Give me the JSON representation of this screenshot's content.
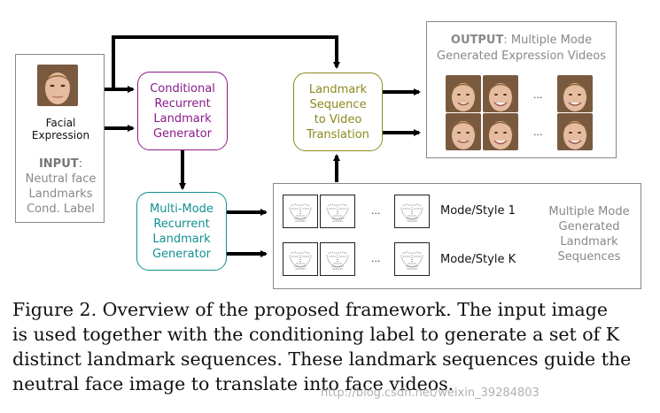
{
  "input": {
    "face_label": [
      "Facial",
      "Expression"
    ],
    "title": "INPUT",
    "lines": [
      "Neutral face",
      "Landmarks",
      "Cond. Label"
    ]
  },
  "crlg": {
    "lines": [
      "Conditional",
      "Recurrent",
      "Landmark",
      "Generator"
    ],
    "color": "#8b1a8b"
  },
  "mmrlg": {
    "lines": [
      "Multi-Mode",
      "Recurrent",
      "Landmark",
      "Generator"
    ],
    "color": "#138f8f"
  },
  "translation": {
    "lines": [
      "Landmark",
      "Sequence",
      "to Video",
      "Translation"
    ],
    "color": "#8a8a1e"
  },
  "output": {
    "title": "OUTPUT",
    "lines": [
      ": Multiple Mode",
      "Generated Expression Videos"
    ],
    "ellipsis": "..."
  },
  "sequences": {
    "mode1": "Mode/Style 1",
    "modeK": "Mode/Style K",
    "ellipsis": "...",
    "label": [
      "Multiple Mode",
      "Generated",
      "Landmark",
      "Sequences"
    ]
  },
  "caption": {
    "lines": [
      "Figure 2. Overview of the proposed framework. The input image",
      "is used together with the conditioning label to generate a set of K",
      "distinct landmark sequences. These landmark sequences guide the",
      "neutral face image to translate into face videos."
    ]
  },
  "watermark": "http://blog.csdn.net/weixin_39284803"
}
